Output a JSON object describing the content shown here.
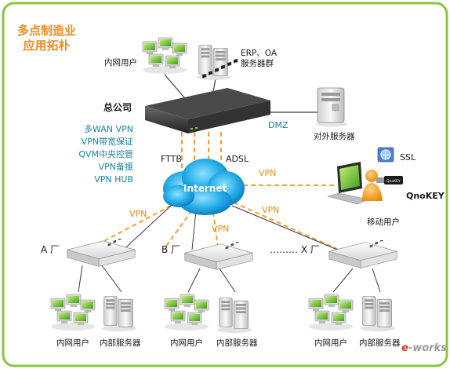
{
  "title": {
    "line1": "多点制造业",
    "line2": "应用拓朴"
  },
  "hq": {
    "intranet_users": "内网用户",
    "erp_servers": "ERP、OA\n服务器群",
    "label": "总公司",
    "features": [
      "多WAN VPN",
      "VPN带宽保证",
      "QVM中央控管",
      "VPN备援",
      "VPN HUB"
    ],
    "dmz": "DMZ",
    "external_server": "对外服务器",
    "fttb": "FTTB",
    "adsl": "ADSL"
  },
  "internet": "Internet",
  "vpn_label": "VPN",
  "mobile": {
    "ssl": "SSL",
    "qnokey": "QnoKEY",
    "user": "移动用户"
  },
  "factories": [
    {
      "label": "A 厂",
      "users": "内网用户",
      "servers": "内部服务器"
    },
    {
      "label": "B 厂",
      "users": "内网用户",
      "servers": "内部服务器"
    },
    {
      "label": "……… X 厂",
      "users": "内网用户",
      "servers": "内部服务器"
    }
  ],
  "watermark": {
    "prefix": "e",
    "rest": "-works"
  },
  "colors": {
    "frame": "#8cc63f",
    "vpn": "#f0a030",
    "cloud": "#1aa3e0",
    "title": "#f08a1c",
    "teal": "#1b83a0"
  }
}
